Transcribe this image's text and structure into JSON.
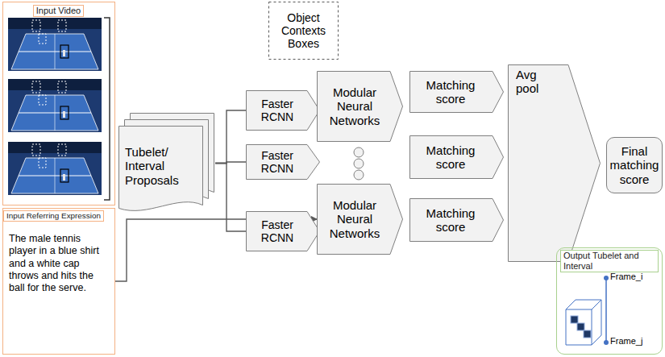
{
  "diagram": {
    "nodes": [
      {
        "text": [
          "Input Video"
        ]
      },
      {
        "text": [
          "Input Referring Expression",
          "The male tennis player in a blue shirt and a white cap throws and hits the ball for the serve."
        ]
      },
      {
        "text": [
          "Tubelet/ Interval Proposals"
        ]
      },
      {
        "text": [
          "Object Contexts Boxes"
        ]
      },
      {
        "text": [
          "Faster RCNN"
        ]
      },
      {
        "text": [
          "Faster RCNN"
        ]
      },
      {
        "text": [
          "Faster RCNN"
        ]
      },
      {
        "text": [
          "Modular Neural Networks"
        ]
      },
      {
        "text": [
          "Modular Neural Networks"
        ]
      },
      {
        "text": [
          "Matching score"
        ]
      },
      {
        "text": [
          "Matching score"
        ]
      },
      {
        "text": [
          "Matching score"
        ]
      },
      {
        "text": [
          "Avg pool"
        ]
      },
      {
        "text": [
          "Final matching score"
        ]
      },
      {
        "text": [
          "Output Tubelet and Interval",
          "Frame_i",
          "Frame_j"
        ]
      }
    ],
    "edges": [
      {
        "from": 2,
        "to": 4,
        "arrow": "none"
      },
      {
        "from": 2,
        "to": 5,
        "arrow": "none"
      },
      {
        "from": 2,
        "to": 6,
        "arrow": "none"
      },
      {
        "from": 1,
        "to": 8,
        "arrow": "to"
      }
    ]
  }
}
